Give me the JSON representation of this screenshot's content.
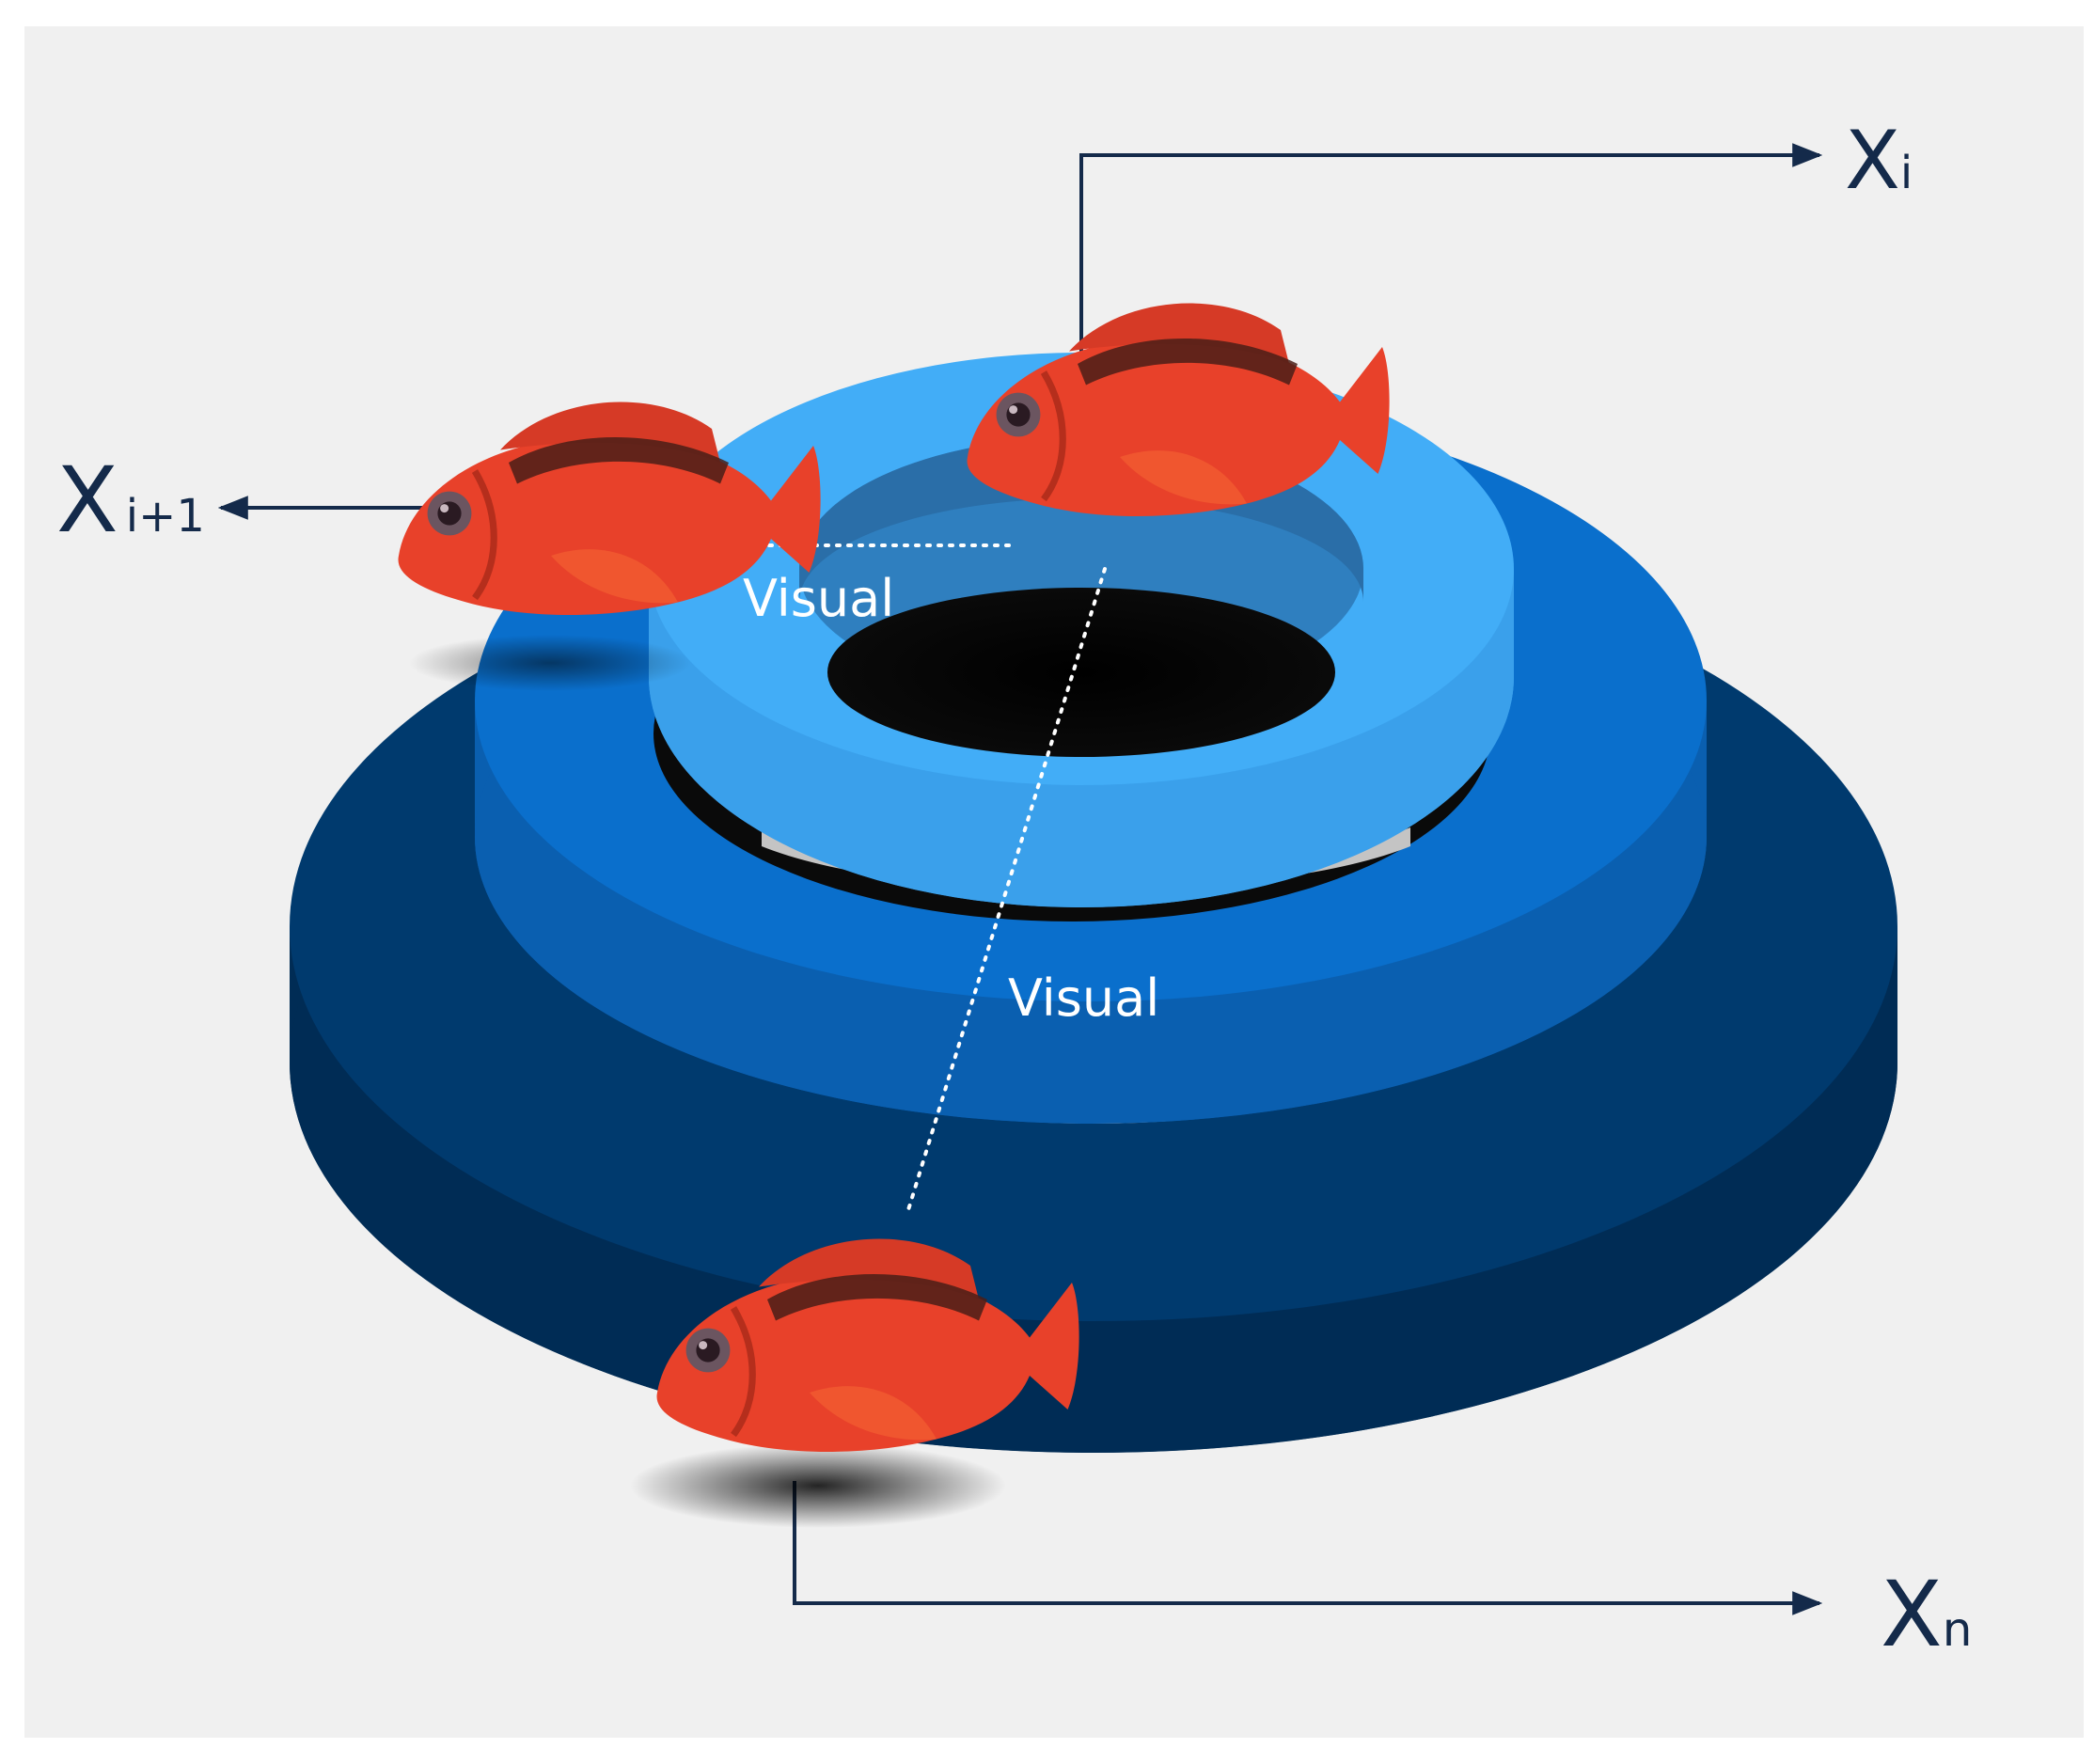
{
  "colors": {
    "background": "#f0f0f0",
    "ring_top": "#42adf7",
    "ring_middle": "#0a6fcc",
    "ring_bottom": "#002c55",
    "arrow": "#142a4a",
    "fish": "#e8412a",
    "fish_stripe": "#4a1e18",
    "visual_line": "#ffffff"
  },
  "labels": {
    "xi_base": "X",
    "xi_sub": "i",
    "xi1_base": "X",
    "xi1_sub": "i+1",
    "xn_base": "X",
    "xn_sub": "n",
    "visual_upper": "Visual",
    "visual_lower": "Visual"
  }
}
